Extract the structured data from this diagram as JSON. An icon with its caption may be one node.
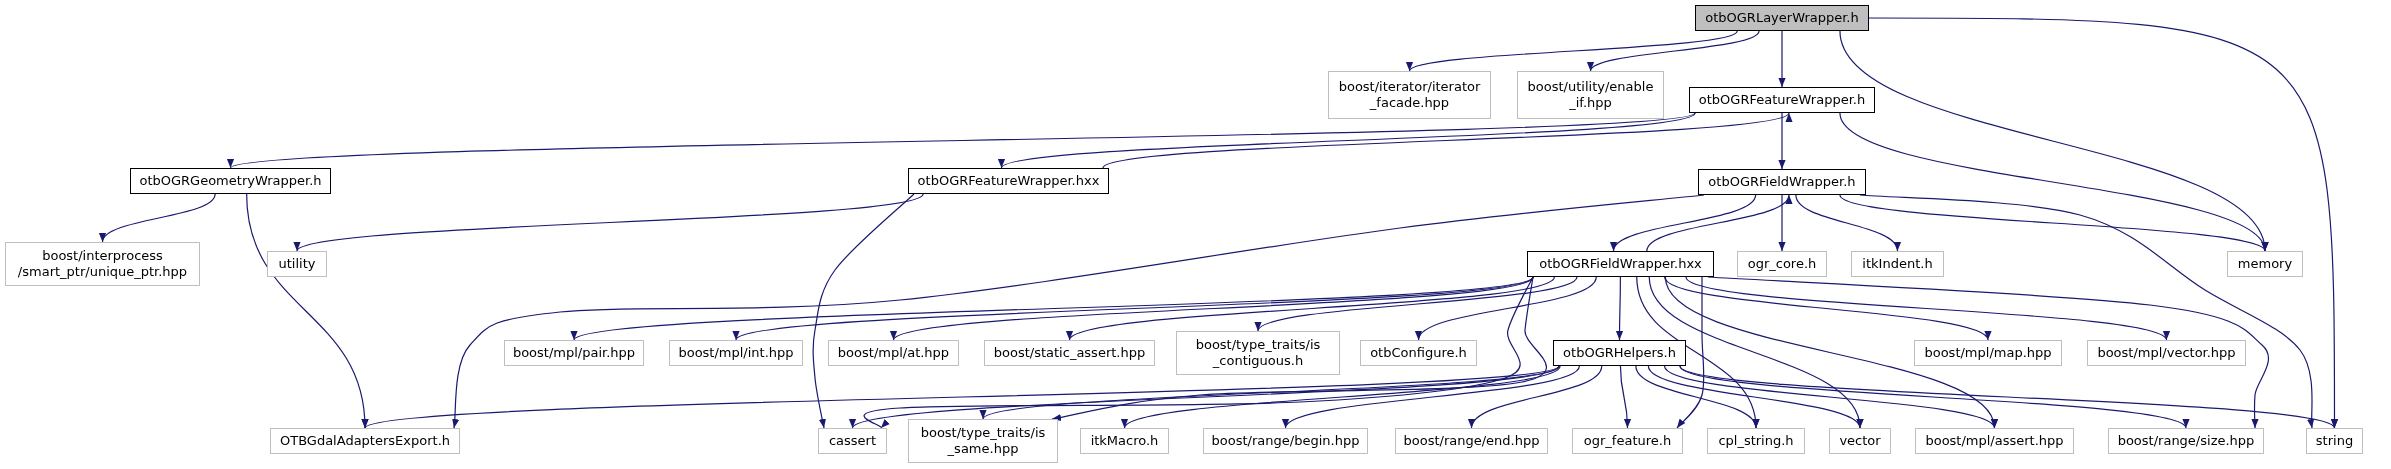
{
  "diagram": {
    "nodes": [
      {
        "text": [
          "otbOGRLayerWrapper.h"
        ]
      },
      {
        "text": [
          "boost/iterator/iterator _facade.hpp"
        ]
      },
      {
        "text": [
          "boost/utility/enable _if.hpp"
        ]
      },
      {
        "text": [
          "otbOGRFeatureWrapper.h"
        ]
      },
      {
        "text": [
          "otbOGRGeometryWrapper.h"
        ]
      },
      {
        "text": [
          "otbOGRFeatureWrapper.hxx"
        ]
      },
      {
        "text": [
          "otbOGRFieldWrapper.h"
        ]
      },
      {
        "text": [
          "boost/interprocess /smart_ptr/unique_ptr.hpp"
        ]
      },
      {
        "text": [
          "utility"
        ]
      },
      {
        "text": [
          "otbOGRFieldWrapper.hxx"
        ]
      },
      {
        "text": [
          "ogr_core.h"
        ]
      },
      {
        "text": [
          "itkIndent.h"
        ]
      },
      {
        "text": [
          "memory"
        ]
      },
      {
        "text": [
          "boost/mpl/pair.hpp"
        ]
      },
      {
        "text": [
          "boost/mpl/int.hpp"
        ]
      },
      {
        "text": [
          "boost/mpl/at.hpp"
        ]
      },
      {
        "text": [
          "boost/static_assert.hpp"
        ]
      },
      {
        "text": [
          "boost/type_traits/is _contiguous.h"
        ]
      },
      {
        "text": [
          "otbConfigure.h"
        ]
      },
      {
        "text": [
          "otbOGRHelpers.h"
        ]
      },
      {
        "text": [
          "boost/mpl/map.hpp"
        ]
      },
      {
        "text": [
          "boost/mpl/vector.hpp"
        ]
      },
      {
        "text": [
          "OTBGdalAdaptersExport.h"
        ]
      },
      {
        "text": [
          "cassert"
        ]
      },
      {
        "text": [
          "boost/type_traits/is _same.hpp"
        ]
      },
      {
        "text": [
          "itkMacro.h"
        ]
      },
      {
        "text": [
          "boost/range/begin.hpp"
        ]
      },
      {
        "text": [
          "boost/range/end.hpp"
        ]
      },
      {
        "text": [
          "ogr_feature.h"
        ]
      },
      {
        "text": [
          "cpl_string.h"
        ]
      },
      {
        "text": [
          "vector"
        ]
      },
      {
        "text": [
          "boost/mpl/assert.hpp"
        ]
      },
      {
        "text": [
          "boost/range/size.hpp"
        ]
      },
      {
        "text": [
          "string"
        ]
      }
    ],
    "edges": [
      {
        "from": 0,
        "to": 1,
        "arrow": "to"
      },
      {
        "from": 0,
        "to": 2,
        "arrow": "to"
      },
      {
        "from": 0,
        "to": 3,
        "arrow": "to"
      },
      {
        "from": 0,
        "to": 12,
        "arrow": "to"
      },
      {
        "from": 0,
        "to": 33,
        "arrow": "to"
      },
      {
        "from": 3,
        "to": 4,
        "arrow": "to"
      },
      {
        "from": 3,
        "to": 5,
        "arrow": "to"
      },
      {
        "from": 5,
        "to": 3,
        "arrow": "to"
      },
      {
        "from": 3,
        "to": 6,
        "arrow": "to"
      },
      {
        "from": 3,
        "to": 12,
        "arrow": "to"
      },
      {
        "from": 4,
        "to": 7,
        "arrow": "to"
      },
      {
        "from": 4,
        "to": 22,
        "arrow": "to"
      },
      {
        "from": 5,
        "to": 8,
        "arrow": "to"
      },
      {
        "from": 5,
        "to": 23,
        "arrow": "to"
      },
      {
        "from": 6,
        "to": 9,
        "arrow": "to"
      },
      {
        "from": 9,
        "to": 6,
        "arrow": "to"
      },
      {
        "from": 6,
        "to": 10,
        "arrow": "to"
      },
      {
        "from": 6,
        "to": 11,
        "arrow": "to"
      },
      {
        "from": 6,
        "to": 12,
        "arrow": "to"
      },
      {
        "from": 6,
        "to": 33,
        "arrow": "to"
      },
      {
        "from": 6,
        "to": 22,
        "arrow": "to"
      },
      {
        "from": 9,
        "to": 13,
        "arrow": "to"
      },
      {
        "from": 9,
        "to": 14,
        "arrow": "to"
      },
      {
        "from": 9,
        "to": 15,
        "arrow": "to"
      },
      {
        "from": 9,
        "to": 16,
        "arrow": "to"
      },
      {
        "from": 9,
        "to": 17,
        "arrow": "to"
      },
      {
        "from": 9,
        "to": 18,
        "arrow": "to"
      },
      {
        "from": 9,
        "to": 19,
        "arrow": "to"
      },
      {
        "from": 9,
        "to": 20,
        "arrow": "to"
      },
      {
        "from": 9,
        "to": 21,
        "arrow": "to"
      },
      {
        "from": 9,
        "to": 23,
        "arrow": "to"
      },
      {
        "from": 9,
        "to": 24,
        "arrow": "to"
      },
      {
        "from": 9,
        "to": 28,
        "arrow": "to"
      },
      {
        "from": 9,
        "to": 29,
        "arrow": "to"
      },
      {
        "from": 9,
        "to": 30,
        "arrow": "to"
      },
      {
        "from": 9,
        "to": 31,
        "arrow": "to"
      },
      {
        "from": 9,
        "to": 32,
        "arrow": "to"
      },
      {
        "from": 19,
        "to": 22,
        "arrow": "to"
      },
      {
        "from": 19,
        "to": 23,
        "arrow": "to"
      },
      {
        "from": 19,
        "to": 24,
        "arrow": "to"
      },
      {
        "from": 19,
        "to": 25,
        "arrow": "to"
      },
      {
        "from": 19,
        "to": 26,
        "arrow": "to"
      },
      {
        "from": 19,
        "to": 27,
        "arrow": "to"
      },
      {
        "from": 19,
        "to": 28,
        "arrow": "to"
      },
      {
        "from": 19,
        "to": 29,
        "arrow": "to"
      },
      {
        "from": 19,
        "to": 30,
        "arrow": "to"
      },
      {
        "from": 19,
        "to": 31,
        "arrow": "to"
      },
      {
        "from": 19,
        "to": 32,
        "arrow": "to"
      },
      {
        "from": 19,
        "to": 33,
        "arrow": "to"
      }
    ]
  }
}
